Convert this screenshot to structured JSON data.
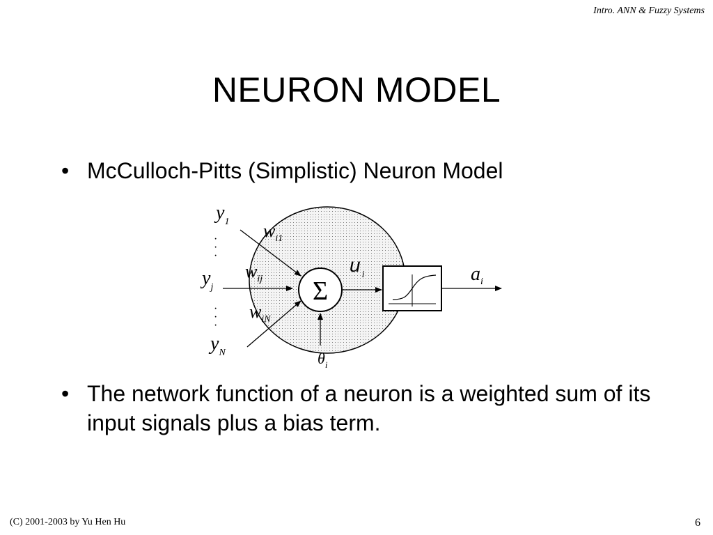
{
  "header": {
    "course": "Intro. ANN & Fuzzy Systems"
  },
  "slide": {
    "title": "NEURON MODEL",
    "bullets": [
      {
        "marker": "•",
        "text": "McCulloch-Pitts (Simplistic) Neuron Model"
      },
      {
        "marker": "•",
        "text": "The network function of a neuron is a weighted sum of its input signals plus a bias term."
      }
    ]
  },
  "diagram": {
    "inputs": {
      "y1": {
        "base": "y",
        "sub": "1"
      },
      "yj": {
        "base": "y",
        "sub": "j"
      },
      "yN": {
        "base": "y",
        "sub": "N"
      }
    },
    "weights": {
      "wi1": {
        "base": "w",
        "sub": "i1"
      },
      "wij": {
        "base": "w",
        "sub": "ij"
      },
      "wiN": {
        "base": "w",
        "sub": "iN"
      }
    },
    "sum_symbol": "Σ",
    "net": {
      "base": "u",
      "sub": "i"
    },
    "output": {
      "base": "a",
      "sub": "i"
    },
    "bias": {
      "base": "θ",
      "sub": "i"
    }
  },
  "footer": {
    "copyright": "(C) 2001-2003 by Yu Hen Hu",
    "page_number": "6"
  }
}
